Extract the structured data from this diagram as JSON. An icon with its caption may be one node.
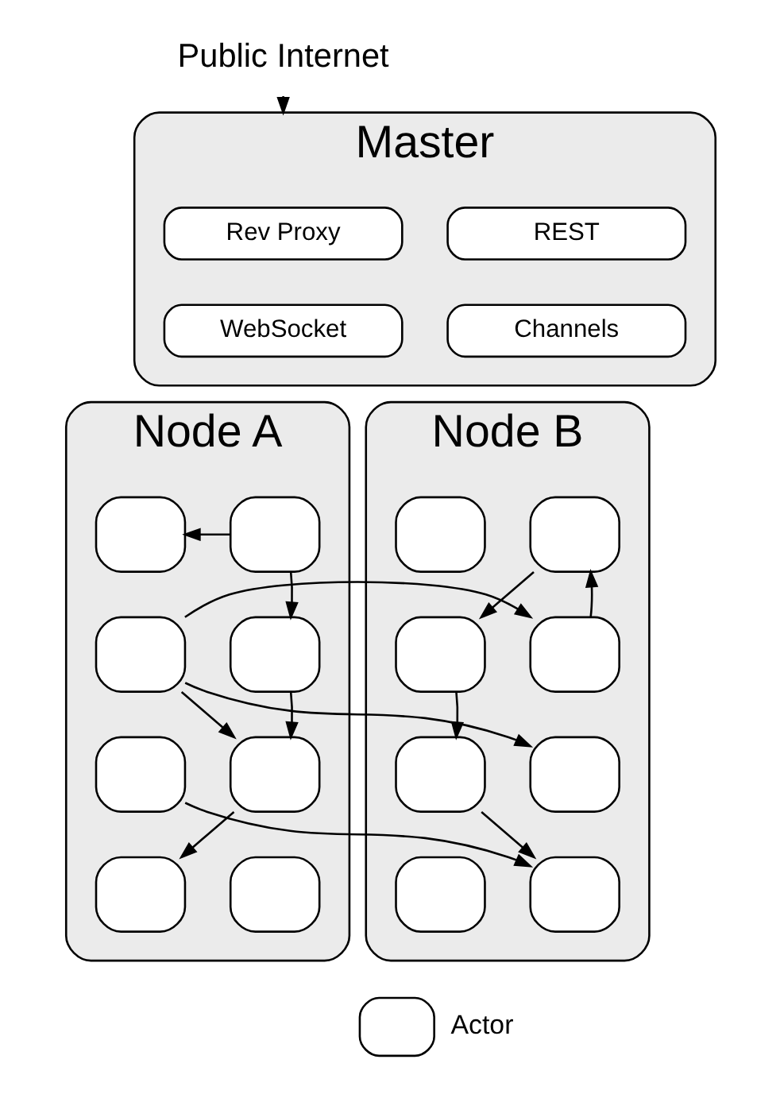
{
  "diagram": {
    "nodes": [
      {
        "text": [
          "Public Internet"
        ]
      },
      {
        "text": [
          "Master"
        ]
      },
      {
        "text": [
          "Rev Proxy"
        ],
        "in": 1
      },
      {
        "text": [
          "REST"
        ],
        "in": 1
      },
      {
        "text": [
          "WebSocket"
        ],
        "in": 1
      },
      {
        "text": [
          "Channels"
        ],
        "in": 1
      },
      {
        "text": [
          "Node A"
        ]
      },
      {
        "text": [],
        "shape": "box",
        "in": 6
      },
      {
        "text": [],
        "shape": "box",
        "in": 6
      },
      {
        "text": [],
        "shape": "box",
        "in": 6
      },
      {
        "text": [],
        "shape": "box",
        "in": 6
      },
      {
        "text": [],
        "shape": "box",
        "in": 6
      },
      {
        "text": [],
        "shape": "box",
        "in": 6
      },
      {
        "text": [],
        "shape": "box",
        "in": 6
      },
      {
        "text": [],
        "shape": "box",
        "in": 6
      },
      {
        "text": [
          "Node B"
        ]
      },
      {
        "text": [],
        "shape": "box",
        "in": 15
      },
      {
        "text": [],
        "shape": "box",
        "in": 15
      },
      {
        "text": [],
        "shape": "box",
        "in": 15
      },
      {
        "text": [],
        "shape": "box",
        "in": 15
      },
      {
        "text": [],
        "shape": "box",
        "in": 15
      },
      {
        "text": [],
        "shape": "box",
        "in": 15
      },
      {
        "text": [],
        "shape": "box",
        "in": 15
      },
      {
        "text": [],
        "shape": "box",
        "in": 15
      }
    ],
    "edges": [
      {
        "from": 0,
        "to": 1,
        "arrow": "to"
      },
      {
        "from": 7,
        "to": 8,
        "arrow": "to"
      },
      {
        "from": 7,
        "to": 9,
        "arrow": "to"
      },
      {
        "from": 9,
        "to": 11,
        "arrow": "to"
      },
      {
        "from": 10,
        "to": 11,
        "arrow": "to"
      },
      {
        "from": 11,
        "to": 14,
        "arrow": "to"
      },
      {
        "from": 10,
        "to": 18,
        "arrow": "to"
      },
      {
        "from": 10,
        "to": 20,
        "arrow": "to"
      },
      {
        "from": 12,
        "to": 22,
        "arrow": "to"
      },
      {
        "from": 18,
        "to": 16,
        "arrow": "to"
      },
      {
        "from": 16,
        "to": 19,
        "arrow": "to"
      },
      {
        "from": 19,
        "to": 21,
        "arrow": "to"
      },
      {
        "from": 21,
        "to": 22,
        "arrow": "to"
      }
    ],
    "legend": [
      {
        "text": "Actor"
      }
    ]
  }
}
